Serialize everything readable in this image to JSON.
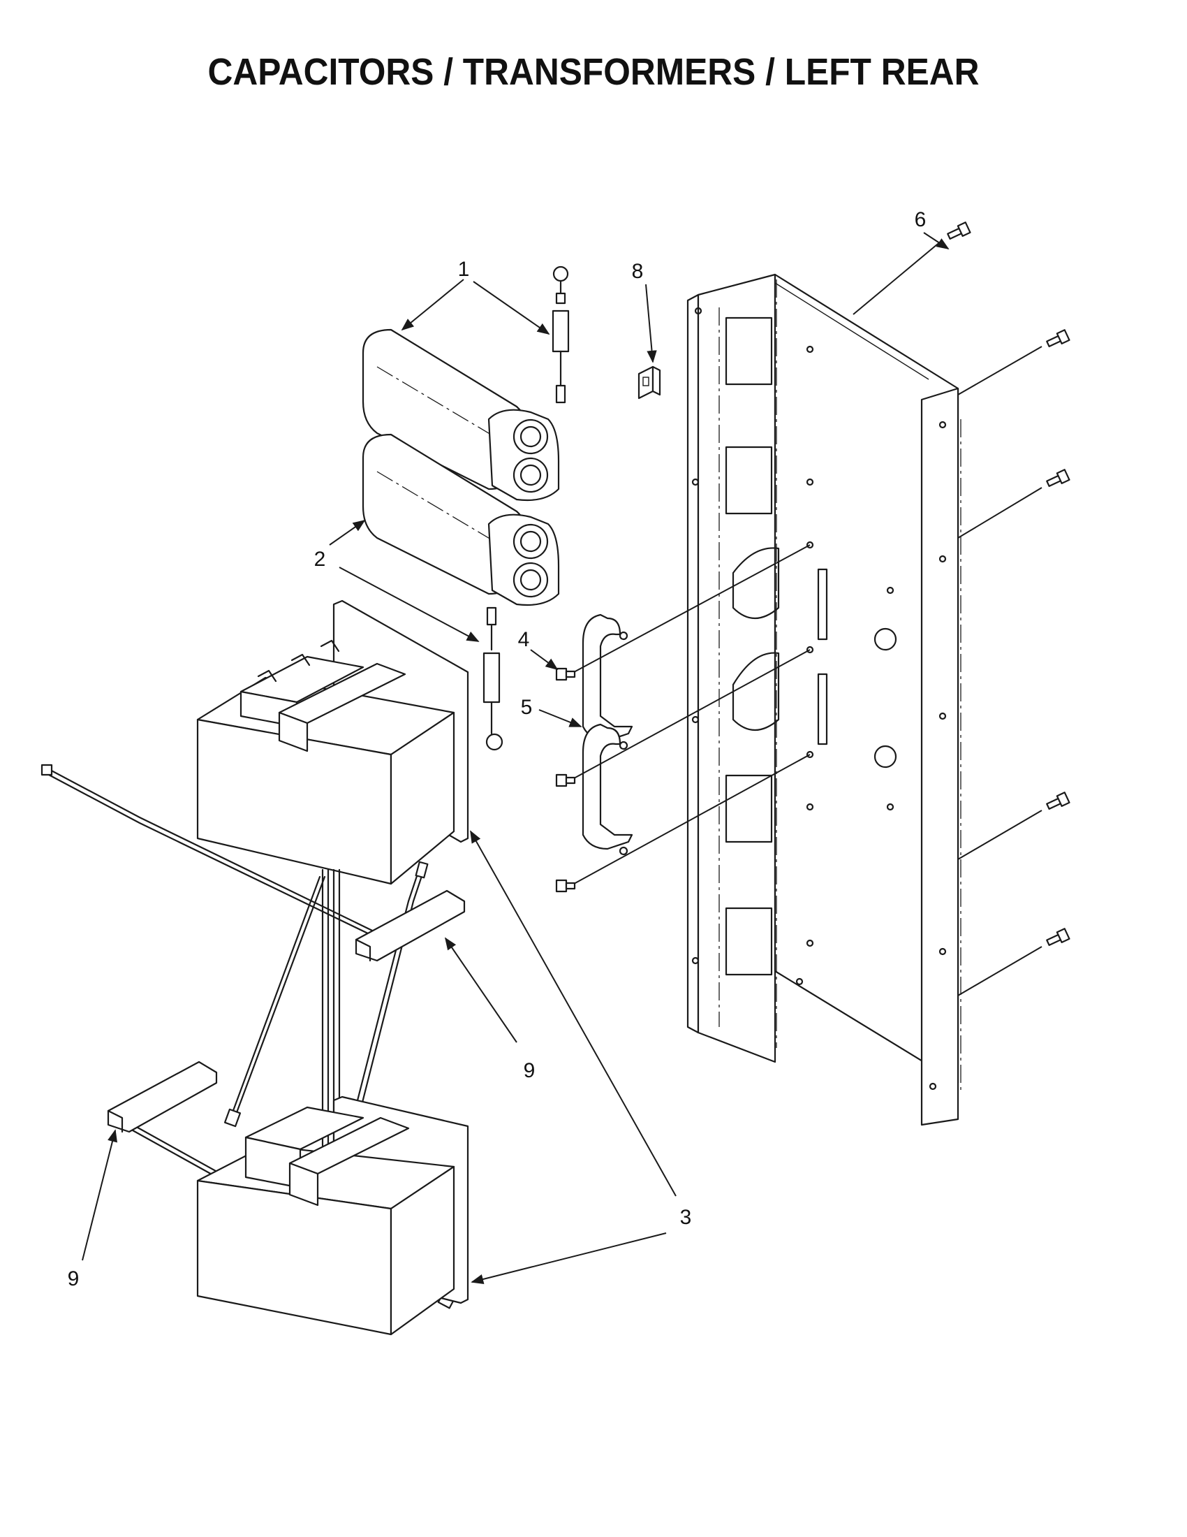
{
  "title": "CAPACITORS / TRANSFORMERS / LEFT REAR",
  "callouts": {
    "c1": "1",
    "c2": "2",
    "c3": "3",
    "c4": "4",
    "c5": "5",
    "c6": "6",
    "c8": "8",
    "c9a": "9",
    "c9b": "9"
  }
}
